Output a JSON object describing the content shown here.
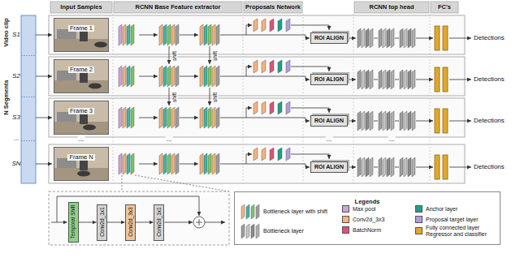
{
  "diagram": {
    "nodes": [
      {
        "text": [
          "Frame 1"
        ]
      },
      {
        "text": [
          "ROI ALIGN"
        ]
      },
      {
        "text": [
          "Frame 2"
        ]
      },
      {
        "text": [
          "ROI ALIGN"
        ]
      },
      {
        "text": [
          "Frame 3"
        ]
      },
      {
        "text": [
          "ROI ALIGN"
        ]
      },
      {
        "text": [
          "Frame N"
        ]
      },
      {
        "text": [
          "ROI ALIGN"
        ]
      },
      {
        "text": [
          "Temporal Shift"
        ]
      },
      {
        "text": [
          "Conv2d_1x1"
        ]
      },
      {
        "text": [
          "Conv2d_3x3"
        ]
      },
      {
        "text": [
          "Conv2d_1x1"
        ]
      },
      {
        "text": [
          "Legends"
        ]
      }
    ],
    "edges": [
      {
        "from": 8,
        "to": 9,
        "arrow": "to"
      },
      {
        "from": 9,
        "to": 10,
        "arrow": "to"
      },
      {
        "from": 10,
        "to": 11,
        "arrow": "to"
      }
    ],
    "labels": [
      "Video clip",
      "N Segments",
      "S1",
      "S2",
      "S3",
      "...",
      "SN",
      "Input Samples",
      "RCNN Base Feature extractor",
      "Proposals Network",
      "RCNN top head",
      "FC's",
      "shift",
      "shift",
      "shift",
      "shift",
      "Detections",
      "Detections",
      "Detections",
      "Detections",
      "...",
      "...",
      "...",
      "..."
    ],
    "legend": [
      {
        "text": "Bottleneck layer with shift"
      },
      {
        "text": "Bottleneck layer"
      },
      {
        "text": "Max pool",
        "color": "#c9a6d6"
      },
      {
        "text": "Conv2d_3x3",
        "color": "#f2b37c"
      },
      {
        "text": "BatchNorm",
        "color": "#d9547a"
      },
      {
        "text": "Anchor layer",
        "color": "#1f9e8e"
      },
      {
        "text": "Proposal target layer",
        "color": "#b39ddb"
      },
      {
        "text": "Fully connected layer Regressor and classifier",
        "color": "#e3a82b"
      }
    ]
  }
}
